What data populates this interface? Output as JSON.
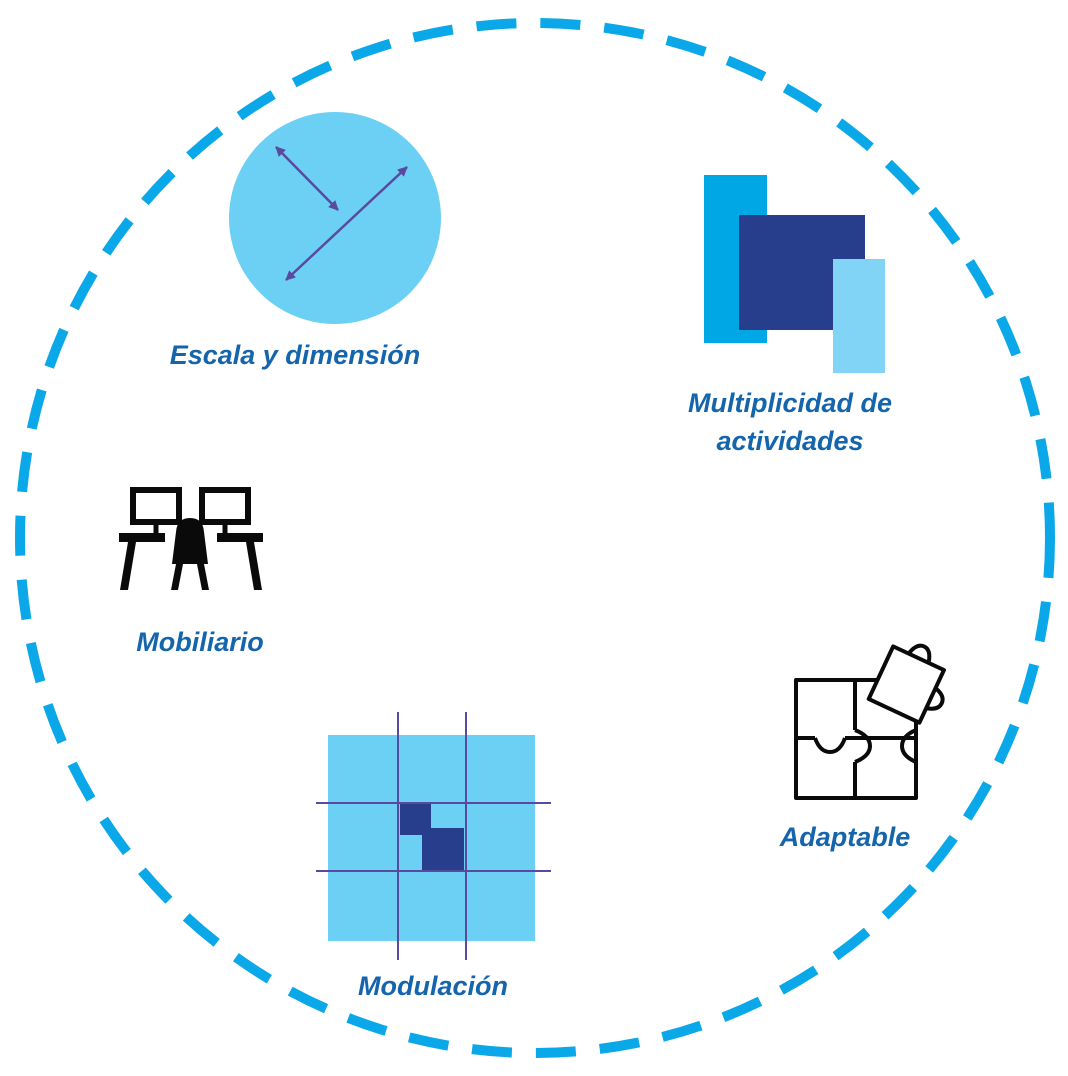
{
  "diagram": {
    "colors": {
      "ring": "#0aa8e8",
      "text": "#1565ad",
      "light_blue": "#6cd0f5",
      "pale_blue": "#82d4f6",
      "mid_blue": "#00a7e5",
      "navy": "#273e8c",
      "purple_line": "#5a4a9e",
      "icon_black": "#0a0a0a"
    },
    "concepts": [
      {
        "id": "escala",
        "label": "Escala y dimensión",
        "icon": "circle-arrows-icon"
      },
      {
        "id": "multiplicidad",
        "label_line1": "Multiplicidad de",
        "label_line2": "actividades",
        "icon": "overlapping-rectangles-icon"
      },
      {
        "id": "mobiliario",
        "label": "Mobiliario",
        "icon": "desk-chair-icon"
      },
      {
        "id": "adaptable",
        "label": "Adaptable",
        "icon": "puzzle-icon"
      },
      {
        "id": "modulacion",
        "label": "Modulación",
        "icon": "grid-module-icon"
      }
    ]
  }
}
